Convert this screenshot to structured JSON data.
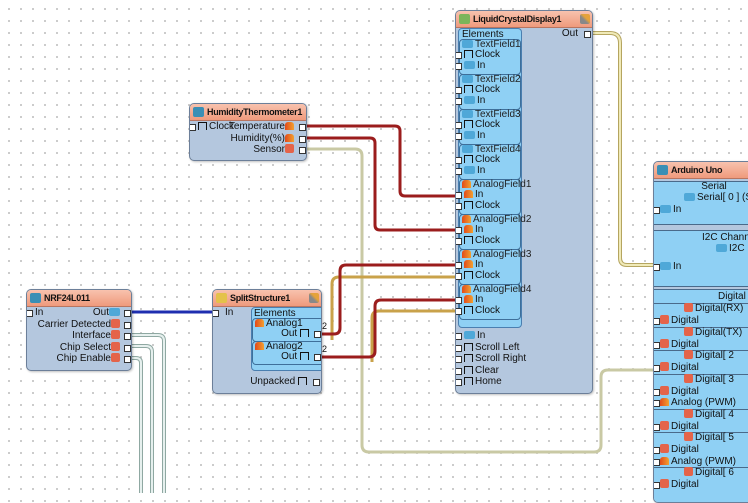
{
  "lcd": {
    "title": "LiquidCrystalDisplay1",
    "elements_label": "Elements",
    "out_label": "Out",
    "fields": [
      {
        "name": "TextField1",
        "pins": [
          "Clock",
          "In"
        ]
      },
      {
        "name": "TextField2",
        "pins": [
          "Clock",
          "In"
        ]
      },
      {
        "name": "TextField3",
        "pins": [
          "Clock",
          "In"
        ]
      },
      {
        "name": "TextField4",
        "pins": [
          "Clock",
          "In"
        ]
      },
      {
        "name": "AnalogField1",
        "pins": [
          "In",
          "Clock"
        ]
      },
      {
        "name": "AnalogField2",
        "pins": [
          "In",
          "Clock"
        ]
      },
      {
        "name": "AnalogField3",
        "pins": [
          "In",
          "Clock"
        ]
      },
      {
        "name": "AnalogField4",
        "pins": [
          "In",
          "Clock"
        ]
      }
    ],
    "pins": [
      "In",
      "Scroll Left",
      "Scroll Right",
      "Clear",
      "Home"
    ]
  },
  "humidity": {
    "title": "HumidityThermometer1",
    "clock": "Clock",
    "outputs": [
      "Temperature",
      "Humidity(%)",
      "Sensor"
    ]
  },
  "nrf": {
    "title": "NRF24L011",
    "in": "In",
    "outputs": [
      "Out",
      "Carrier Detected",
      "Interface",
      "Chip Select",
      "Chip Enable"
    ]
  },
  "split": {
    "title": "SplitStructure1",
    "in": "In",
    "elements_label": "Elements",
    "items": [
      {
        "name": "Analog1",
        "out": "Out",
        "count": "2"
      },
      {
        "name": "Analog2",
        "out": "Out",
        "count": "2"
      }
    ],
    "unpacked": "Unpacked"
  },
  "arduino": {
    "title": "Arduino Uno",
    "serial": {
      "label": "Serial",
      "sub": "Serial[ 0 ] (S",
      "pin": "In"
    },
    "i2c": {
      "label": "I2C Channe",
      "sub": "I2C",
      "pin": "In"
    },
    "digital": {
      "label": "Digital",
      "channels": [
        {
          "name": "Digital(RX)",
          "pins": [
            "Digital"
          ]
        },
        {
          "name": "Digital(TX)",
          "pins": [
            "Digital"
          ]
        },
        {
          "name": "Digital[ 2",
          "pins": [
            "Digital"
          ]
        },
        {
          "name": "Digital[ 3",
          "pins": [
            "Digital",
            "Analog (PWM)"
          ]
        },
        {
          "name": "Digital[ 4",
          "pins": [
            "Digital"
          ]
        },
        {
          "name": "Digital[ 5",
          "pins": [
            "Digital",
            "Analog (PWM)"
          ]
        },
        {
          "name": "Digital[ 6",
          "pins": [
            "Digital"
          ]
        }
      ]
    }
  },
  "colors": {
    "analog_wire": "#9b1d1d",
    "clock_wire": "#c9a24a",
    "i2c_wire": "#d8cf92",
    "data_wire": "#1f2fb0",
    "sensor_wire": "#c9c9a4",
    "spi_wire": "#a9c3bd",
    "header": "#ef9a7c",
    "panel": "#8fd0f4",
    "body": "#b4c7de"
  }
}
